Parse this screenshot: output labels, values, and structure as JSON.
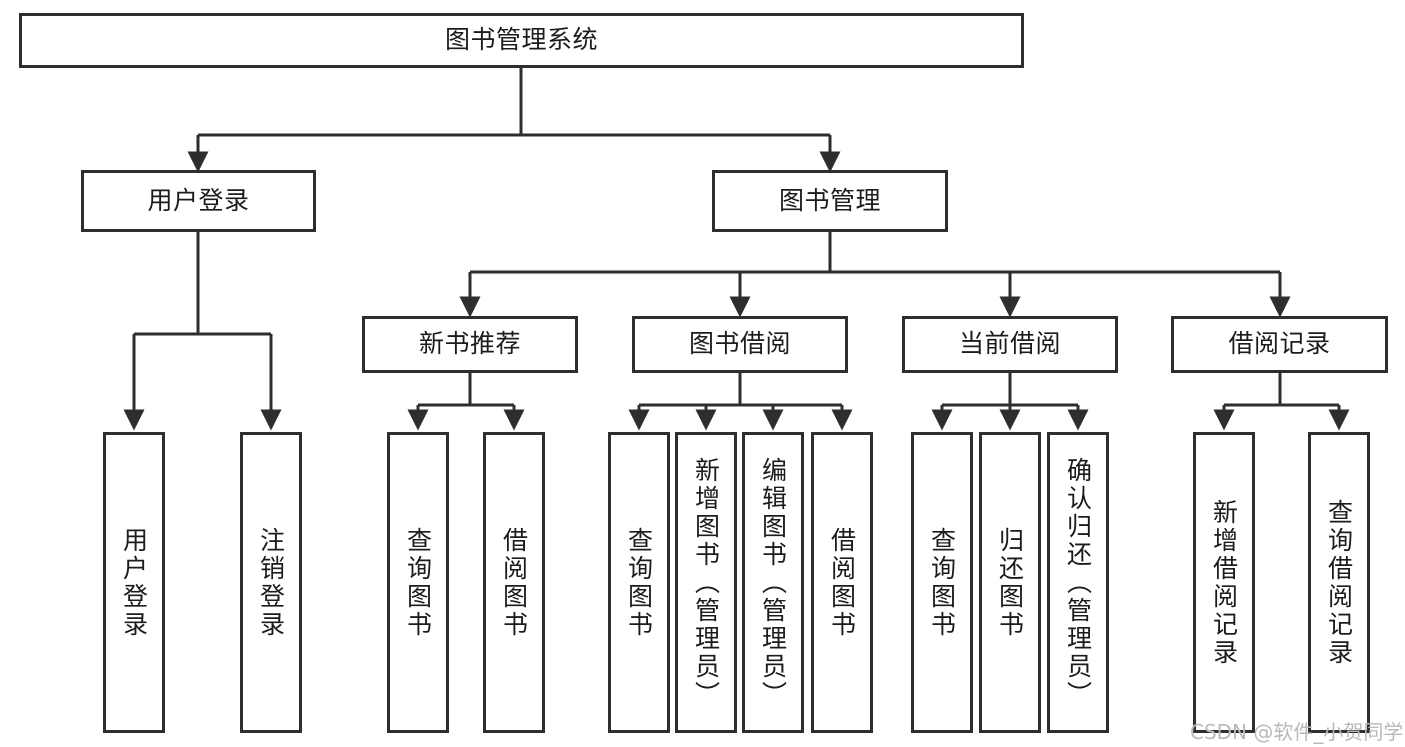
{
  "diagram": {
    "title": "图书管理系统",
    "type": "tree-hierarchy-chart",
    "colors": {
      "box_border": "#2e2e2e",
      "box_fill": "#ffffff",
      "line": "#2e2e2e",
      "text": "#1c1c1c",
      "watermark": "#b9b9b9",
      "background": "#ffffff"
    },
    "root": {
      "label": "图书管理系统"
    },
    "level2": [
      {
        "label": "用户登录"
      },
      {
        "label": "图书管理"
      }
    ],
    "level3": [
      {
        "label": "新书推荐"
      },
      {
        "label": "图书借阅"
      },
      {
        "label": "当前借阅"
      },
      {
        "label": "借阅记录"
      }
    ],
    "leaves": {
      "user_login": [
        {
          "label": "用户登录"
        },
        {
          "label": "注销登录"
        }
      ],
      "new_book_recommend": [
        {
          "label": "查询图书"
        },
        {
          "label": "借阅图书"
        }
      ],
      "book_borrow": [
        {
          "label": "查询图书"
        },
        {
          "label": "新增图书（管理员）"
        },
        {
          "label": "编辑图书（管理员）"
        },
        {
          "label": "借阅图书"
        }
      ],
      "current_borrow": [
        {
          "label": "查询图书"
        },
        {
          "label": "归还图书"
        },
        {
          "label": "确认归还（管理员）"
        }
      ],
      "borrow_record": [
        {
          "label": "新增借阅记录"
        },
        {
          "label": "查询借阅记录"
        }
      ]
    },
    "watermark": "CSDN @软件_小贺同学"
  }
}
